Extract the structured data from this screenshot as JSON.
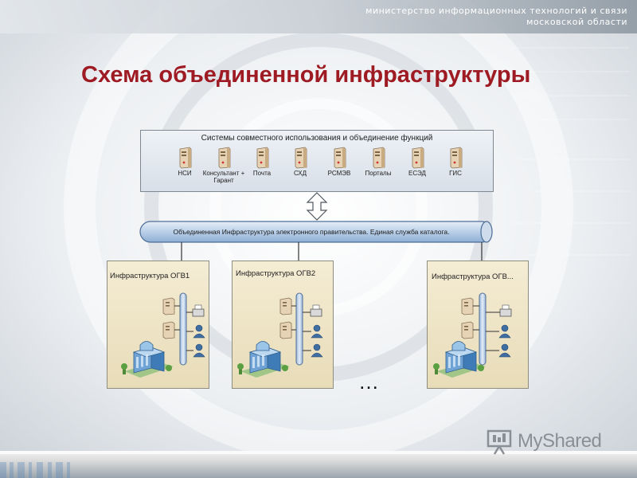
{
  "header": {
    "ministry_line1": "министерство информационных технологий и связи",
    "ministry_line2": "московской области"
  },
  "title": "Схема объединенной инфраструктуры",
  "shared_systems": {
    "caption": "Системы совместного использования и объединение функций",
    "items": [
      {
        "label": "НСИ"
      },
      {
        "label": "Консультант + Гарант"
      },
      {
        "label": "Почта"
      },
      {
        "label": "СХД"
      },
      {
        "label": "РСМЭВ"
      },
      {
        "label": "Порталы"
      },
      {
        "label": "ЕСЭД"
      },
      {
        "label": "ГИС"
      }
    ]
  },
  "bus": {
    "label": "Объединенная Инфраструктура электронного правительства. Единая служба каталога."
  },
  "ogv_panels": [
    {
      "label": "Инфраструктура ОГВ1"
    },
    {
      "label": "Инфраструктура ОГВ2"
    },
    {
      "label": "Инфраструктура ОГВ..."
    }
  ],
  "ellipsis": "…",
  "watermark": "MyShared",
  "colors": {
    "title": "#9e1b23",
    "bus_fill": "#b9cfe8",
    "panel_fill": "#f2e8cc",
    "server": "#e6d2b4",
    "user": "#3f6ea3"
  }
}
